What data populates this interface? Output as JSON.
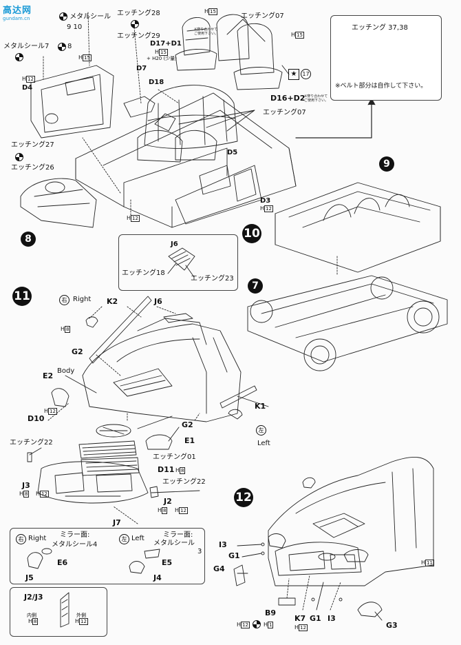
{
  "watermark": {
    "main": "高达网",
    "sub": "gundam.cn"
  },
  "steps": {
    "s8": "8",
    "s9": "9",
    "s10": "10",
    "s11": "11",
    "s12": "12",
    "s7": "7",
    "s17": "17"
  },
  "step8": {
    "metal_seal_9_10": "メタルシール",
    "metal_seal_9_10_nums": "9  10",
    "metal_seal_7_8": "メタルシール7",
    "metal_seal_7_8_num": "8",
    "h15a": "15",
    "h12a": "12",
    "d4": "D4",
    "etching28": "エッチング28",
    "etching29": "エッチング29",
    "d17d1": "D17+D1",
    "h15b": "15",
    "h20": "+ H20 (少量)",
    "d7": "D7",
    "d18": "D18",
    "note1": "※穿り合わせて\nご使用下さい。",
    "etching07a": "エッチング07",
    "h15c": "15",
    "h15d": "15",
    "d16d2": "D16+D2",
    "note2": "※穿り合わせて\nご使用下さい。",
    "etching07b": "エッチング07",
    "etching27": "エッチング27",
    "etching26": "エッチング26",
    "d5": "D5",
    "d3": "D3",
    "h12b": "12",
    "h12c": "12"
  },
  "inset_belt": {
    "title": "エッチング 37,38",
    "note": "※ベルト部分は自作して下さい。"
  },
  "step11": {
    "migi": "右",
    "right": "Right",
    "k2": "K2",
    "j6": "J6",
    "h8a": "8",
    "g2a": "G2",
    "body": "Body",
    "e2": "E2",
    "h12d": "12",
    "d10": "D10",
    "k1": "K1",
    "g2b": "G2",
    "hidari": "左",
    "left": "Left",
    "e1": "E1",
    "etching22a": "エッチング22",
    "etching01": "エッチング01",
    "d11": "D11",
    "h8b": "8",
    "etching22b": "エッチング22",
    "j3": "J3",
    "h8c": "8",
    "h12e": "12",
    "j2": "J2",
    "h8d": "8",
    "h12f": "12",
    "j7": "J7"
  },
  "inset_j6": {
    "title": "J6",
    "etching18": "エッチング18",
    "etching23": "エッチング23"
  },
  "inset_mirrors": {
    "migi": "右",
    "right": "Right",
    "mirror_r": "ミラー面:",
    "seal_r": "メタルシール4",
    "e6": "E6",
    "j5": "J5",
    "hidari": "左",
    "left": "Left",
    "mirror_l": "ミラー面:",
    "seal_l": "メタルシール",
    "seal_l_num": "3",
    "e5": "E5",
    "j4": "J4"
  },
  "inset_j2j3": {
    "title": "J2/J3",
    "inner": "内側",
    "outer": "外側",
    "h8": "8",
    "h12": "12"
  },
  "step12": {
    "i3a": "I3",
    "g1a": "G1",
    "g4": "G4",
    "b9": "B9",
    "h12g": "12",
    "h1": "1",
    "k7": "K7",
    "h12h": "12",
    "g1b": "G1",
    "i3b": "I3",
    "g3": "G3",
    "h11": "11"
  }
}
